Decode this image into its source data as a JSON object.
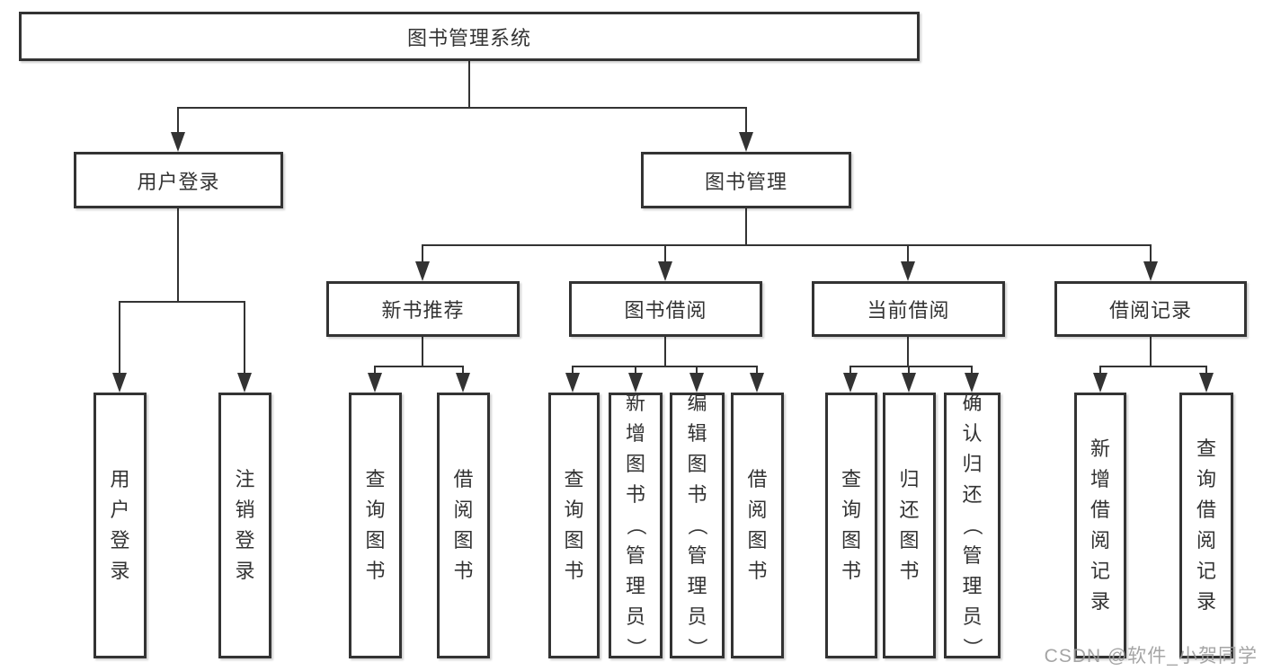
{
  "diagram": {
    "type": "hierarchy-functional-structure",
    "tree": {
      "label": "图书管理系统",
      "children": [
        {
          "label": "用户登录",
          "children": [
            {
              "label": "用户登录"
            },
            {
              "label": "注销登录"
            }
          ]
        },
        {
          "label": "图书管理",
          "children": [
            {
              "label": "新书推荐",
              "children": [
                {
                  "label": "查询图书"
                },
                {
                  "label": "借阅图书"
                }
              ]
            },
            {
              "label": "图书借阅",
              "children": [
                {
                  "label": "查询图书"
                },
                {
                  "label": "新增图书（管理员）"
                },
                {
                  "label": "编辑图书（管理员）"
                },
                {
                  "label": "借阅图书"
                }
              ]
            },
            {
              "label": "当前借阅",
              "children": [
                {
                  "label": "查询图书"
                },
                {
                  "label": "归还图书"
                },
                {
                  "label": "确认归还（管理员）"
                }
              ]
            },
            {
              "label": "借阅记录",
              "children": [
                {
                  "label": "新增借阅记录"
                },
                {
                  "label": "查询借阅记录"
                }
              ]
            }
          ]
        }
      ]
    }
  },
  "watermark": {
    "text": "CSDN @软件_小贺同学"
  },
  "colors": {
    "line": "#333333",
    "box_border": "#333333",
    "text": "#333333",
    "background": "#ffffff",
    "watermark": "#9b9b9b"
  }
}
